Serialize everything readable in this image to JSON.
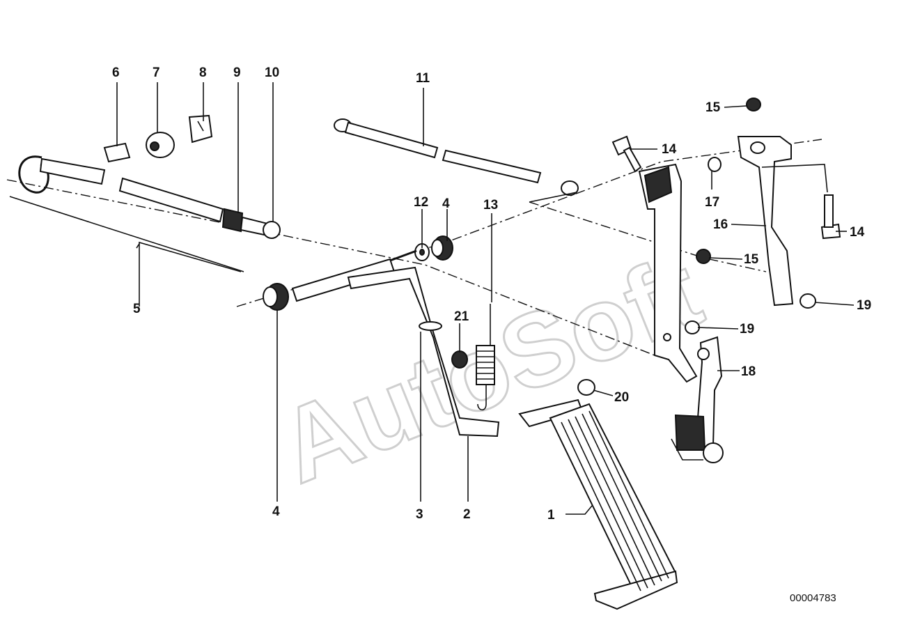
{
  "watermark": "AutoSoft",
  "document_number": "00004783",
  "callouts": [
    {
      "id": "1",
      "text": "1"
    },
    {
      "id": "2",
      "text": "2"
    },
    {
      "id": "3",
      "text": "3"
    },
    {
      "id": "4a",
      "text": "4"
    },
    {
      "id": "4b",
      "text": "4"
    },
    {
      "id": "5",
      "text": "5"
    },
    {
      "id": "6",
      "text": "6"
    },
    {
      "id": "7",
      "text": "7"
    },
    {
      "id": "8",
      "text": "8"
    },
    {
      "id": "9",
      "text": "9"
    },
    {
      "id": "10",
      "text": "10"
    },
    {
      "id": "11",
      "text": "11"
    },
    {
      "id": "12",
      "text": "12"
    },
    {
      "id": "13",
      "text": "13"
    },
    {
      "id": "14a",
      "text": "14"
    },
    {
      "id": "14b",
      "text": "14"
    },
    {
      "id": "15a",
      "text": "15"
    },
    {
      "id": "15b",
      "text": "15"
    },
    {
      "id": "16",
      "text": "16"
    },
    {
      "id": "17",
      "text": "17"
    },
    {
      "id": "18",
      "text": "18"
    },
    {
      "id": "19a",
      "text": "19"
    },
    {
      "id": "19b",
      "text": "19"
    },
    {
      "id": "20",
      "text": "20"
    },
    {
      "id": "21",
      "text": "21"
    }
  ]
}
